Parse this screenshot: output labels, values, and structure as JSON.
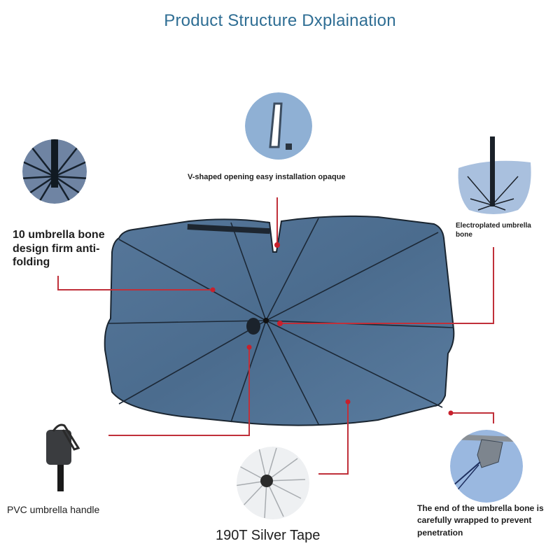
{
  "title": "Product Structure Dxplaination",
  "callouts": {
    "umbrella_bone": "10 umbrella bone design firm anti-folding",
    "v_opening": "V-shaped opening easy installation opaque",
    "electroplated": "Electroplated umbrella bone",
    "handle": "PVC umbrella handle",
    "silver_tape": "190T Silver Tape",
    "bone_end": "The end of the umbrella bone is carefully wrapped to prevent penetration"
  },
  "colors": {
    "title": "#2f6e94",
    "shade_fabric": "#4f6f8f",
    "leader_line": "#c0303a",
    "text": "#1e1e1e"
  },
  "images": {
    "main": "windshield-sun-shade-umbrella",
    "detail_bone": "umbrella-ribs-closeup",
    "detail_v_opening": "v-shaped-opening-closeup",
    "detail_electroplated": "electroplated-rib-closeup",
    "detail_handle": "pvc-handle-closeup",
    "detail_silver_tape": "silver-coating-underside",
    "detail_bone_end": "wrapped-rib-tip-closeup"
  }
}
